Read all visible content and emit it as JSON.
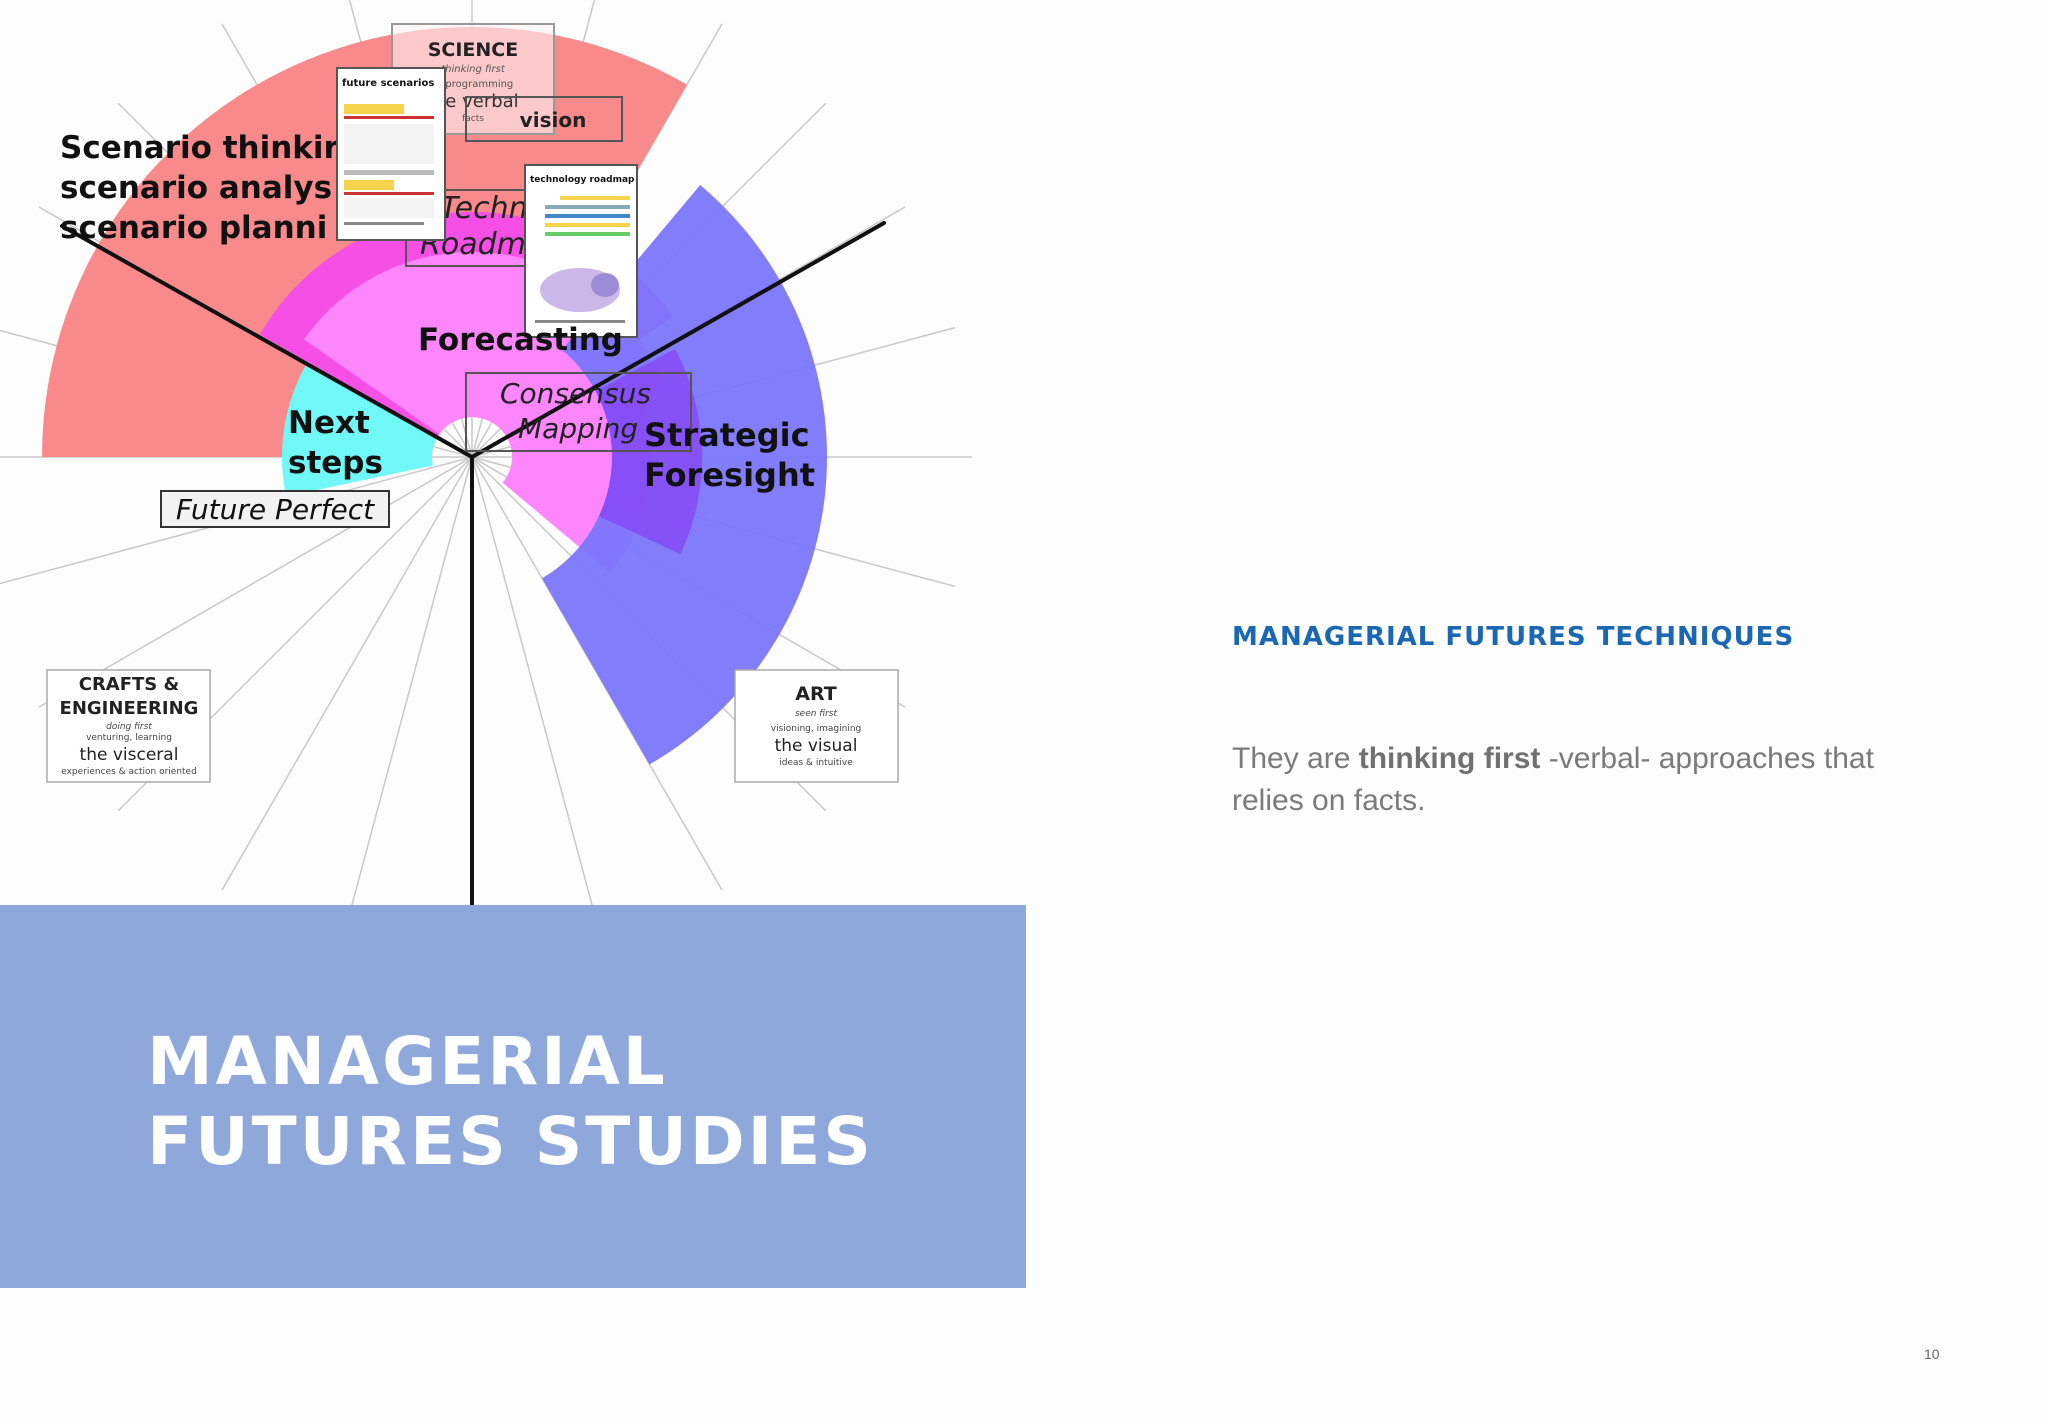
{
  "figure": {
    "labels": {
      "science": "SCIENCE",
      "science_sub1": "thinking first",
      "science_sub2": "g, programming",
      "science_sub3": "e verbal",
      "science_sub4": "facts",
      "vision": "vision",
      "future_scenarios": "future scenarios",
      "scenario_1": "Scenario thinkir",
      "scenario_2": "scenario analys",
      "scenario_3": "scenario planni",
      "techno_1": "Techno",
      "techno_2": "Roadma",
      "technology_roadmap": "technology roadmap",
      "forecasting": "Forecasting",
      "consensus_1": "Consensus",
      "consensus_2": "Mapping",
      "strategic_1": "Strategic",
      "strategic_2": "Foresight",
      "next_1": "Next",
      "next_2": "steps",
      "future_perfect": "Future Perfect",
      "crafts_1": "CRAFTS &",
      "crafts_2": "ENGINEERING",
      "crafts_3": "doing first",
      "crafts_4": "venturing, learning",
      "crafts_5": "the visceral",
      "crafts_6": "experiences & action oriented",
      "art_1": "ART",
      "art_2": "seen first",
      "art_3": "visioning, imagining",
      "art_4": "the visual",
      "art_5": "ideas & intuitive"
    },
    "colors": {
      "salmon": "#f88a8c",
      "magenta": "#f64fe6",
      "pink": "#fd86fd",
      "cyan": "#6ff8f6",
      "blue": "#7b76fb",
      "violet": "#8b2ff5"
    }
  },
  "band": {
    "title_line1": "MANAGERIAL",
    "title_line2": "FUTURES STUDIES"
  },
  "section": {
    "heading": "MANAGERIAL FUTURES TECHNIQUES",
    "body_prefix": "They are ",
    "body_bold": "thinking first",
    "body_suffix": " -verbal- approaches that relies on facts."
  },
  "page_number": "10"
}
